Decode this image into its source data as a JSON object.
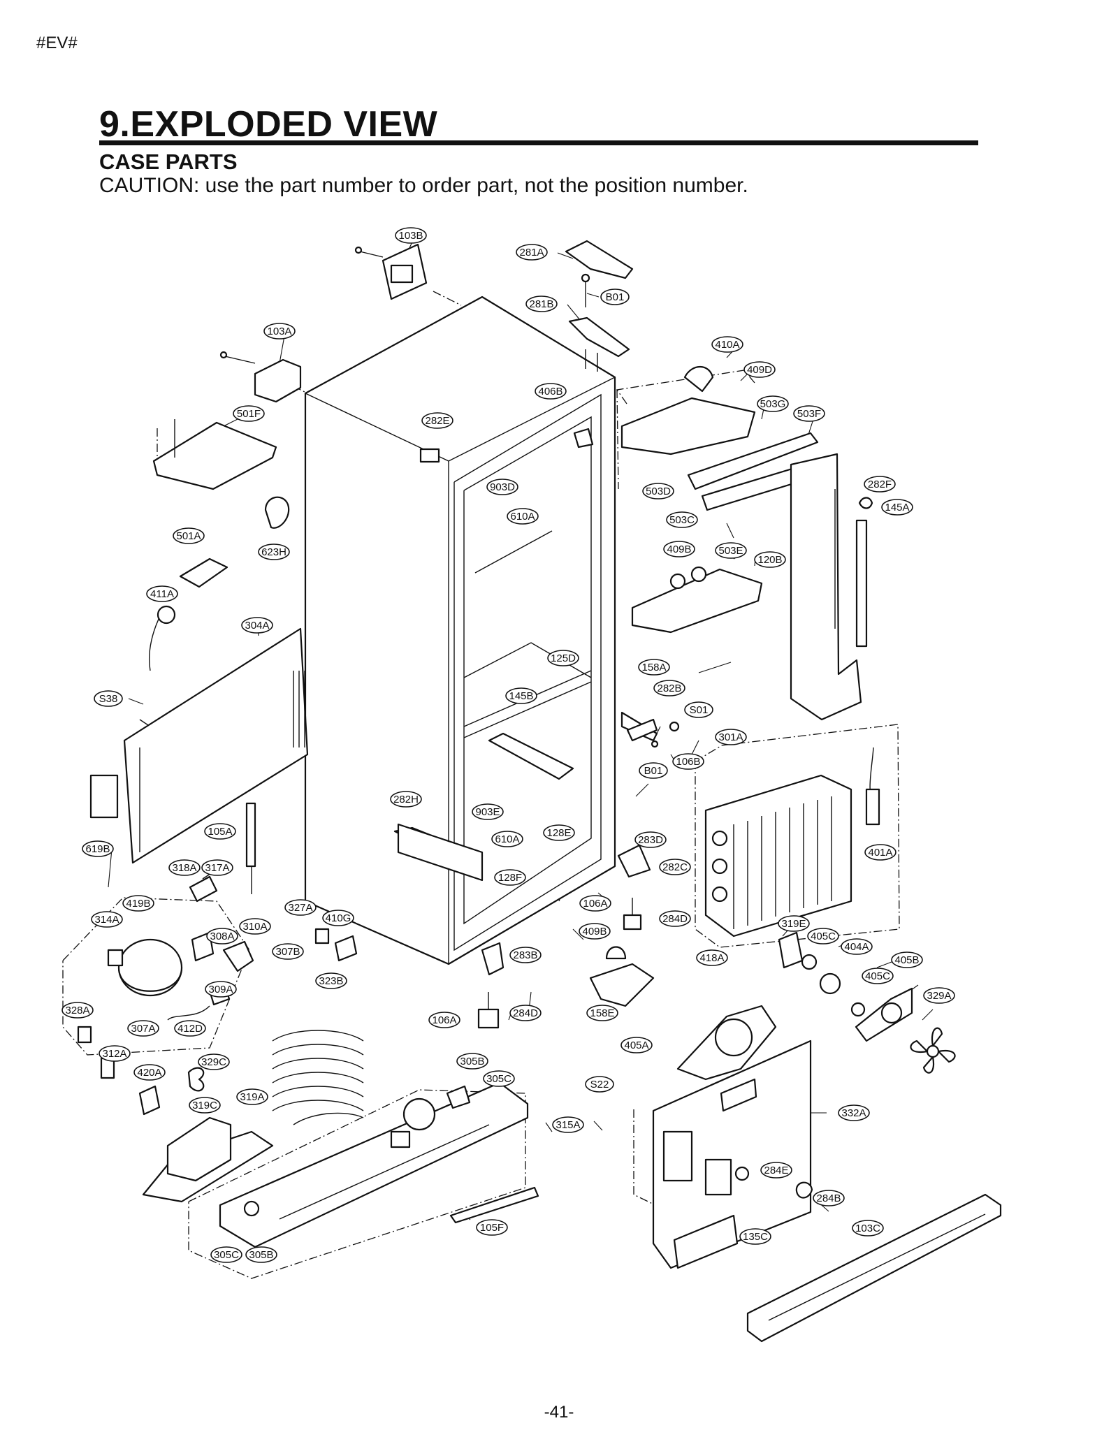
{
  "header": {
    "code": "#EV#"
  },
  "section": {
    "title": "9.EXPLODED VIEW",
    "subtitle": "CASE PARTS",
    "caution": "CAUTION: use the part number to order part, not the position number."
  },
  "callouts": [
    {
      "label": "103B"
    },
    {
      "label": "281A"
    },
    {
      "label": "B01"
    },
    {
      "label": "281B"
    },
    {
      "label": "103A"
    },
    {
      "label": "410A"
    },
    {
      "label": "409D"
    },
    {
      "label": "406B"
    },
    {
      "label": "503G"
    },
    {
      "label": "503F"
    },
    {
      "label": "501F"
    },
    {
      "label": "282E"
    },
    {
      "label": "282F"
    },
    {
      "label": "903D"
    },
    {
      "label": "503D"
    },
    {
      "label": "145A"
    },
    {
      "label": "610A"
    },
    {
      "label": "503C"
    },
    {
      "label": "501A"
    },
    {
      "label": "623H"
    },
    {
      "label": "409B"
    },
    {
      "label": "503E"
    },
    {
      "label": "120B"
    },
    {
      "label": "411A"
    },
    {
      "label": "304A"
    },
    {
      "label": "125D"
    },
    {
      "label": "158A"
    },
    {
      "label": "282B"
    },
    {
      "label": "S38"
    },
    {
      "label": "145B"
    },
    {
      "label": "S01"
    },
    {
      "label": "301A"
    },
    {
      "label": "106B"
    },
    {
      "label": "B01"
    },
    {
      "label": "282H"
    },
    {
      "label": "903E"
    },
    {
      "label": "401A"
    },
    {
      "label": "105A"
    },
    {
      "label": "610A"
    },
    {
      "label": "128E"
    },
    {
      "label": "283D"
    },
    {
      "label": "619B"
    },
    {
      "label": "318A"
    },
    {
      "label": "317A"
    },
    {
      "label": "282C"
    },
    {
      "label": "128F"
    },
    {
      "label": "419B"
    },
    {
      "label": "327A"
    },
    {
      "label": "106A"
    },
    {
      "label": "284D"
    },
    {
      "label": "314A"
    },
    {
      "label": "310A"
    },
    {
      "label": "410G"
    },
    {
      "label": "409B"
    },
    {
      "label": "319E"
    },
    {
      "label": "308A"
    },
    {
      "label": "405C"
    },
    {
      "label": "404A"
    },
    {
      "label": "307B"
    },
    {
      "label": "283B"
    },
    {
      "label": "418A"
    },
    {
      "label": "405B"
    },
    {
      "label": "323B"
    },
    {
      "label": "405C"
    },
    {
      "label": "309A"
    },
    {
      "label": "329A"
    },
    {
      "label": "328A"
    },
    {
      "label": "106A"
    },
    {
      "label": "284D"
    },
    {
      "label": "158E"
    },
    {
      "label": "307A"
    },
    {
      "label": "412D"
    },
    {
      "label": "405A"
    },
    {
      "label": "312A"
    },
    {
      "label": "329C"
    },
    {
      "label": "305B"
    },
    {
      "label": "420A"
    },
    {
      "label": "305C"
    },
    {
      "label": "S22"
    },
    {
      "label": "319A"
    },
    {
      "label": "319C"
    },
    {
      "label": "315A"
    },
    {
      "label": "332A"
    },
    {
      "label": "284E"
    },
    {
      "label": "284B"
    },
    {
      "label": "105F"
    },
    {
      "label": "103C"
    },
    {
      "label": "135C"
    },
    {
      "label": "305C"
    },
    {
      "label": "305B"
    }
  ],
  "footer": {
    "page_number": "-41-"
  }
}
